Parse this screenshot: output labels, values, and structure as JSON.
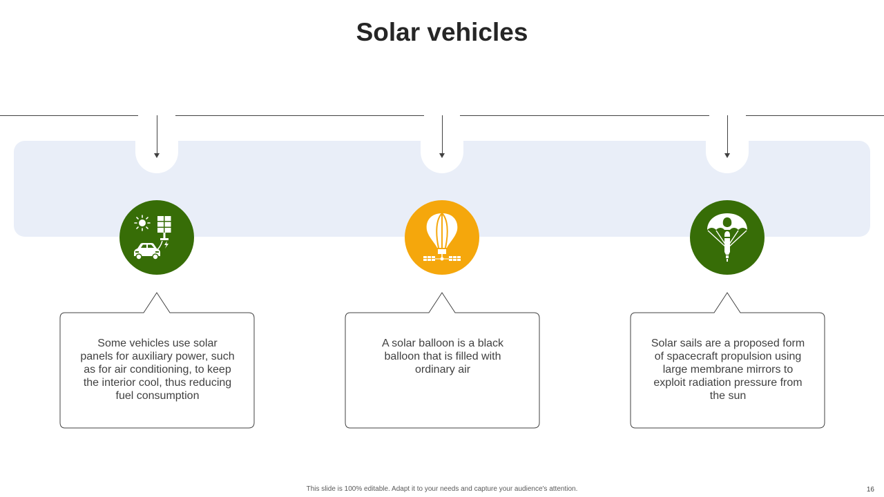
{
  "slide": {
    "title": "Solar vehicles",
    "footer": "This slide is 100% editable. Adapt it to your needs and capture your audience's attention.",
    "page_number": "16"
  },
  "items": [
    {
      "icon": "solar-car-icon",
      "color": "#376d07",
      "text": "Some vehicles use solar panels for auxiliary power, such as for air conditioning, to keep the interior cool, thus reducing fuel consumption"
    },
    {
      "icon": "solar-balloon-icon",
      "color": "#f5a70c",
      "text": "A solar balloon is a black balloon that is filled with ordinary air"
    },
    {
      "icon": "solar-sail-icon",
      "color": "#376d07",
      "text": "Solar sails are a proposed form of spacecraft propulsion using large membrane mirrors to exploit radiation pressure from the sun"
    }
  ],
  "colors": {
    "band": "#e9eef8",
    "line": "#404040"
  }
}
